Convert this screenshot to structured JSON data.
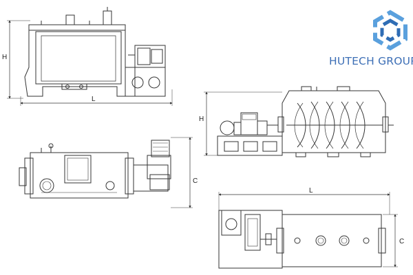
{
  "brand": {
    "name": "HUTECH GROUP",
    "name_color": "#3d6fb6",
    "logo_colors": [
      "#2f6db5",
      "#5aa0dd"
    ],
    "logo_icon": "hutech-logo-icon"
  },
  "views": {
    "front_top_left": {
      "height_label": "H",
      "length_label": "L"
    },
    "top_left": {
      "width_label": "C"
    },
    "front_right": {
      "height_label": "H"
    },
    "top_right": {
      "length_label": "L",
      "width_label": "C"
    }
  },
  "colors": {
    "line": "#333333",
    "thin": "#555555"
  }
}
